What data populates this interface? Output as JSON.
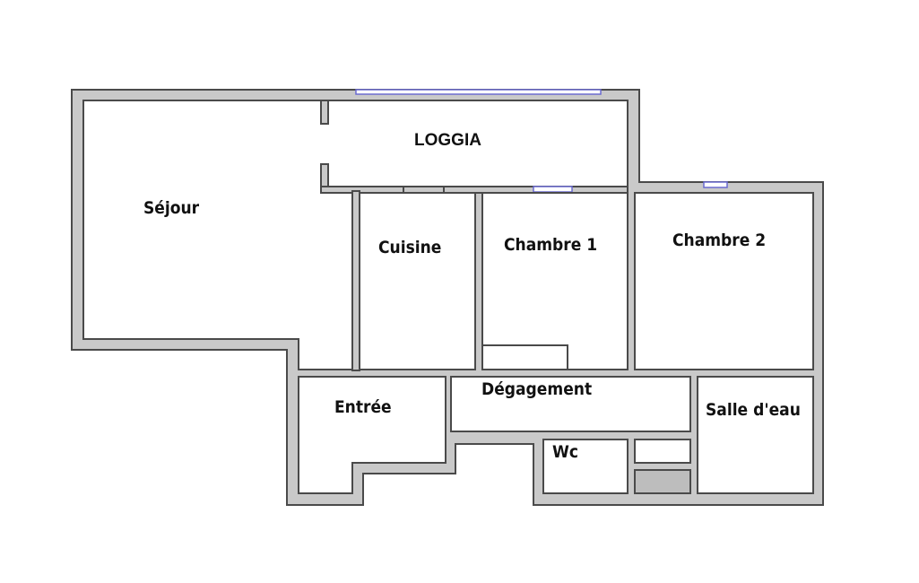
{
  "rooms": {
    "loggia": "LOGGIA",
    "sejour": "Séjour",
    "cuisine": "Cuisine",
    "chambre1": "Chambre 1",
    "chambre2": "Chambre 2",
    "entree": "Entrée",
    "degagement": "Dégagement",
    "salle_deau": "Salle d'eau",
    "wc": "Wc"
  },
  "colors": {
    "wall": "#c9c9c9",
    "outline": "#4a4a4a",
    "window": "#6b6bd0"
  }
}
